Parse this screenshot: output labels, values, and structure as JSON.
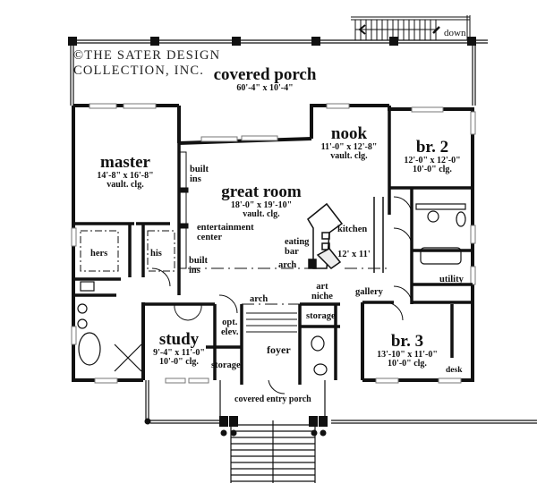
{
  "copyright": {
    "line1": "©THE SATER DESIGN",
    "line2": "COLLECTION, INC."
  },
  "rooms": {
    "covered_porch": {
      "name": "covered porch",
      "dims": "60'-4\" x 10'-4\""
    },
    "master": {
      "name": "master",
      "dims": "14'-8\" x 16'-8\"",
      "ceiling": "vault. clg."
    },
    "great_room": {
      "name": "great room",
      "dims": "18'-0\" x 19'-10\"",
      "ceiling": "vault. clg."
    },
    "nook": {
      "name": "nook",
      "dims": "11'-0\" x 12'-8\"",
      "ceiling": "vault. clg."
    },
    "br2": {
      "name": "br. 2",
      "dims": "12'-0\" x 12'-0\"",
      "ceiling": "10'-0\" clg."
    },
    "study": {
      "name": "study",
      "dims": "9'-4\" x 11'-0\"",
      "ceiling": "10'-0\" clg."
    },
    "br3": {
      "name": "br. 3",
      "dims": "13'-10\" x 11'-0\"",
      "ceiling": "10'-0\" clg."
    },
    "kitchen": {
      "name": "kitchen",
      "dims": "12' x 11'"
    }
  },
  "labels": {
    "down": "down",
    "built_ins_top": [
      "built",
      "ins"
    ],
    "entertainment_center": [
      "entertainment",
      "center"
    ],
    "built_ins_bottom": [
      "built",
      "ins"
    ],
    "eating_bar": [
      "eating",
      "bar"
    ],
    "hers": "hers",
    "his": "his",
    "arch_great": "arch",
    "arch_foyer": "arch",
    "art_niche": [
      "art",
      "niche"
    ],
    "gallery": "gallery",
    "utility": "utility",
    "opt_elev": [
      "opt.",
      "elev."
    ],
    "storage_left": "storage",
    "storage_right": "storage",
    "foyer": "foyer",
    "desk": "desk",
    "covered_entry_porch": "covered entry porch"
  },
  "colors": {
    "wall": "#111111",
    "background": "#ffffff",
    "window": "#888888"
  }
}
